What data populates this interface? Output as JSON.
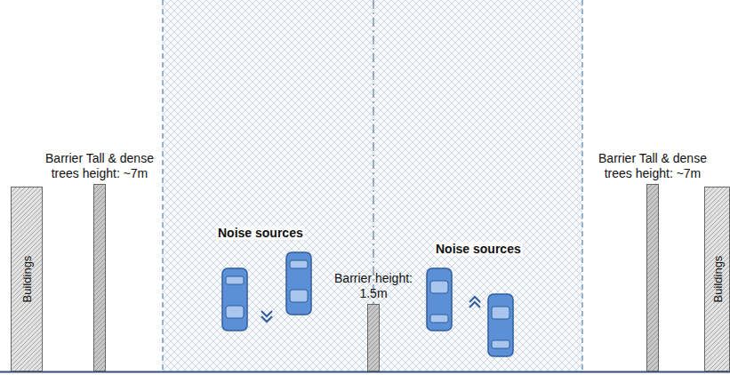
{
  "diagram": {
    "nodes": [
      {
        "text": [
          "Buildings"
        ]
      },
      {
        "text": [
          "Barrier Tall & dense trees height: ~7m"
        ]
      },
      {
        "text": [
          "Barrier height: 1.5m"
        ]
      },
      {
        "text": [
          "Barrier Tall & dense trees height: ~7m"
        ]
      },
      {
        "text": [
          "Buildings"
        ]
      }
    ],
    "labels": [
      "Noise sources",
      "Noise sources"
    ]
  }
}
